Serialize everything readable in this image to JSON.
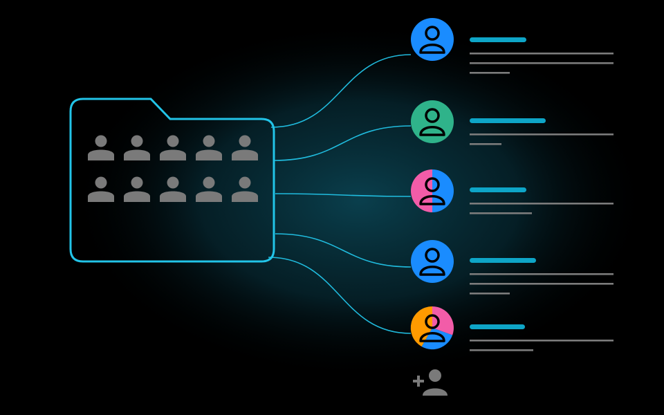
{
  "colors": {
    "background": "#000000",
    "glow": "#0a3f4d",
    "accent": "#22c4e8",
    "title_bar": "#0ea5c7",
    "text_line": "#7c7c7c",
    "member_icon": "#7a7a7a",
    "blue": "#1a8cff",
    "green": "#2fb38a",
    "pink": "#f25ca8",
    "orange": "#ff9a00"
  },
  "folder": {
    "icon": "folder-icon",
    "member_rows": 2,
    "member_columns": 5,
    "member_icon": "person-icon"
  },
  "users": [
    {
      "icon": "user-avatar-icon",
      "avatar_colors": [
        "blue"
      ]
    },
    {
      "icon": "user-avatar-icon",
      "avatar_colors": [
        "green"
      ]
    },
    {
      "icon": "user-avatar-icon",
      "avatar_colors": [
        "blue",
        "pink"
      ]
    },
    {
      "icon": "user-avatar-icon",
      "avatar_colors": [
        "blue"
      ]
    },
    {
      "icon": "user-avatar-icon",
      "avatar_colors": [
        "pink",
        "blue",
        "orange"
      ]
    }
  ],
  "add_user": {
    "icon": "add-user-icon"
  }
}
